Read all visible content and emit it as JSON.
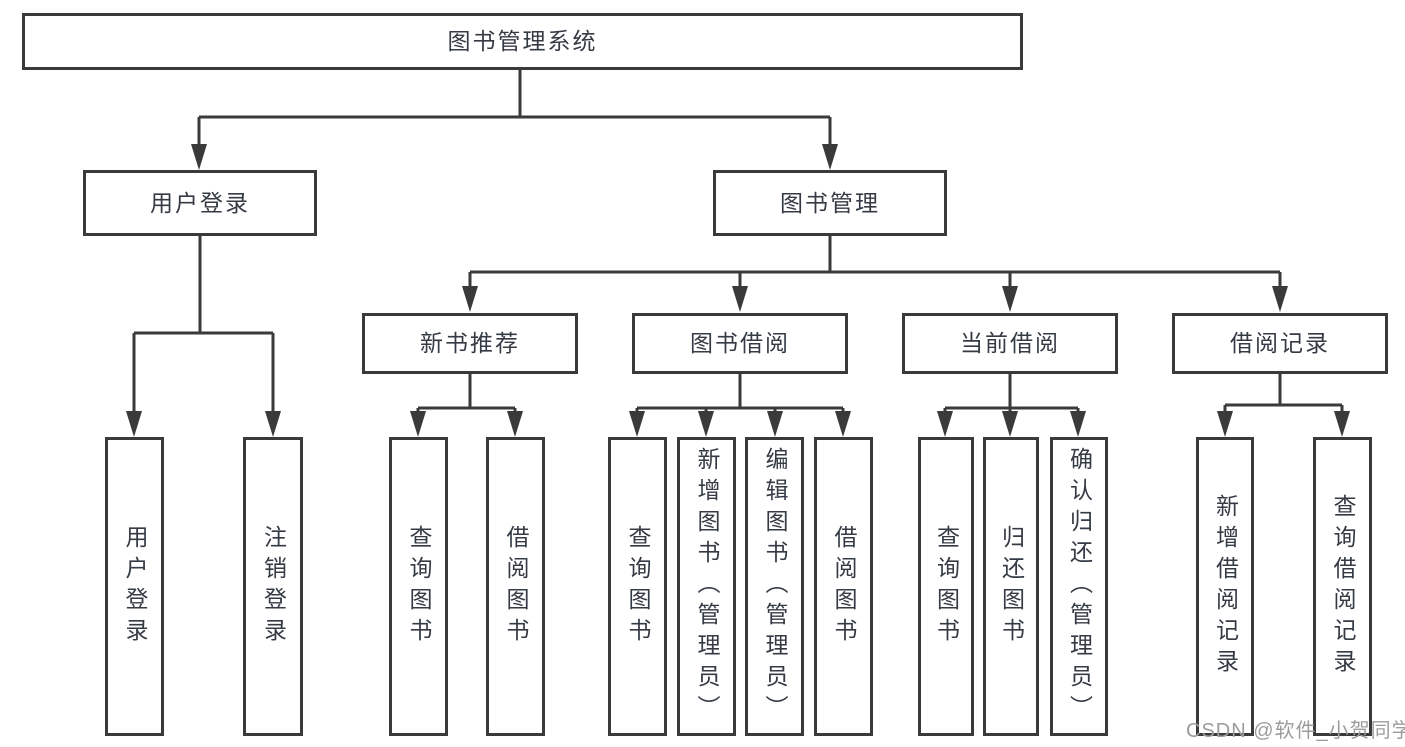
{
  "tree": {
    "root": {
      "label": "图书管理系统",
      "children": [
        {
          "label": "用户登录",
          "children": [
            {
              "label": "用户登录"
            },
            {
              "label": "注销登录"
            }
          ]
        },
        {
          "label": "图书管理",
          "children": [
            {
              "label": "新书推荐",
              "children": [
                {
                  "label": "查询图书"
                },
                {
                  "label": "借阅图书"
                }
              ]
            },
            {
              "label": "图书借阅",
              "children": [
                {
                  "label": "查询图书"
                },
                {
                  "label": "新增图书（管理员）"
                },
                {
                  "label": "编辑图书（管理员）"
                },
                {
                  "label": "借阅图书"
                }
              ]
            },
            {
              "label": "当前借阅",
              "children": [
                {
                  "label": "查询图书"
                },
                {
                  "label": "归还图书"
                },
                {
                  "label": "确认归还（管理员）"
                }
              ]
            },
            {
              "label": "借阅记录",
              "children": [
                {
                  "label": "新增借阅记录"
                },
                {
                  "label": "查询借阅记录"
                }
              ]
            }
          ]
        }
      ]
    }
  },
  "watermark": {
    "text": "CSDN @软件_小贺同学"
  },
  "colors": {
    "line": "#3a3a3a",
    "text": "#353b45",
    "watermark": "#9c9c9c",
    "background": "#ffffff"
  }
}
